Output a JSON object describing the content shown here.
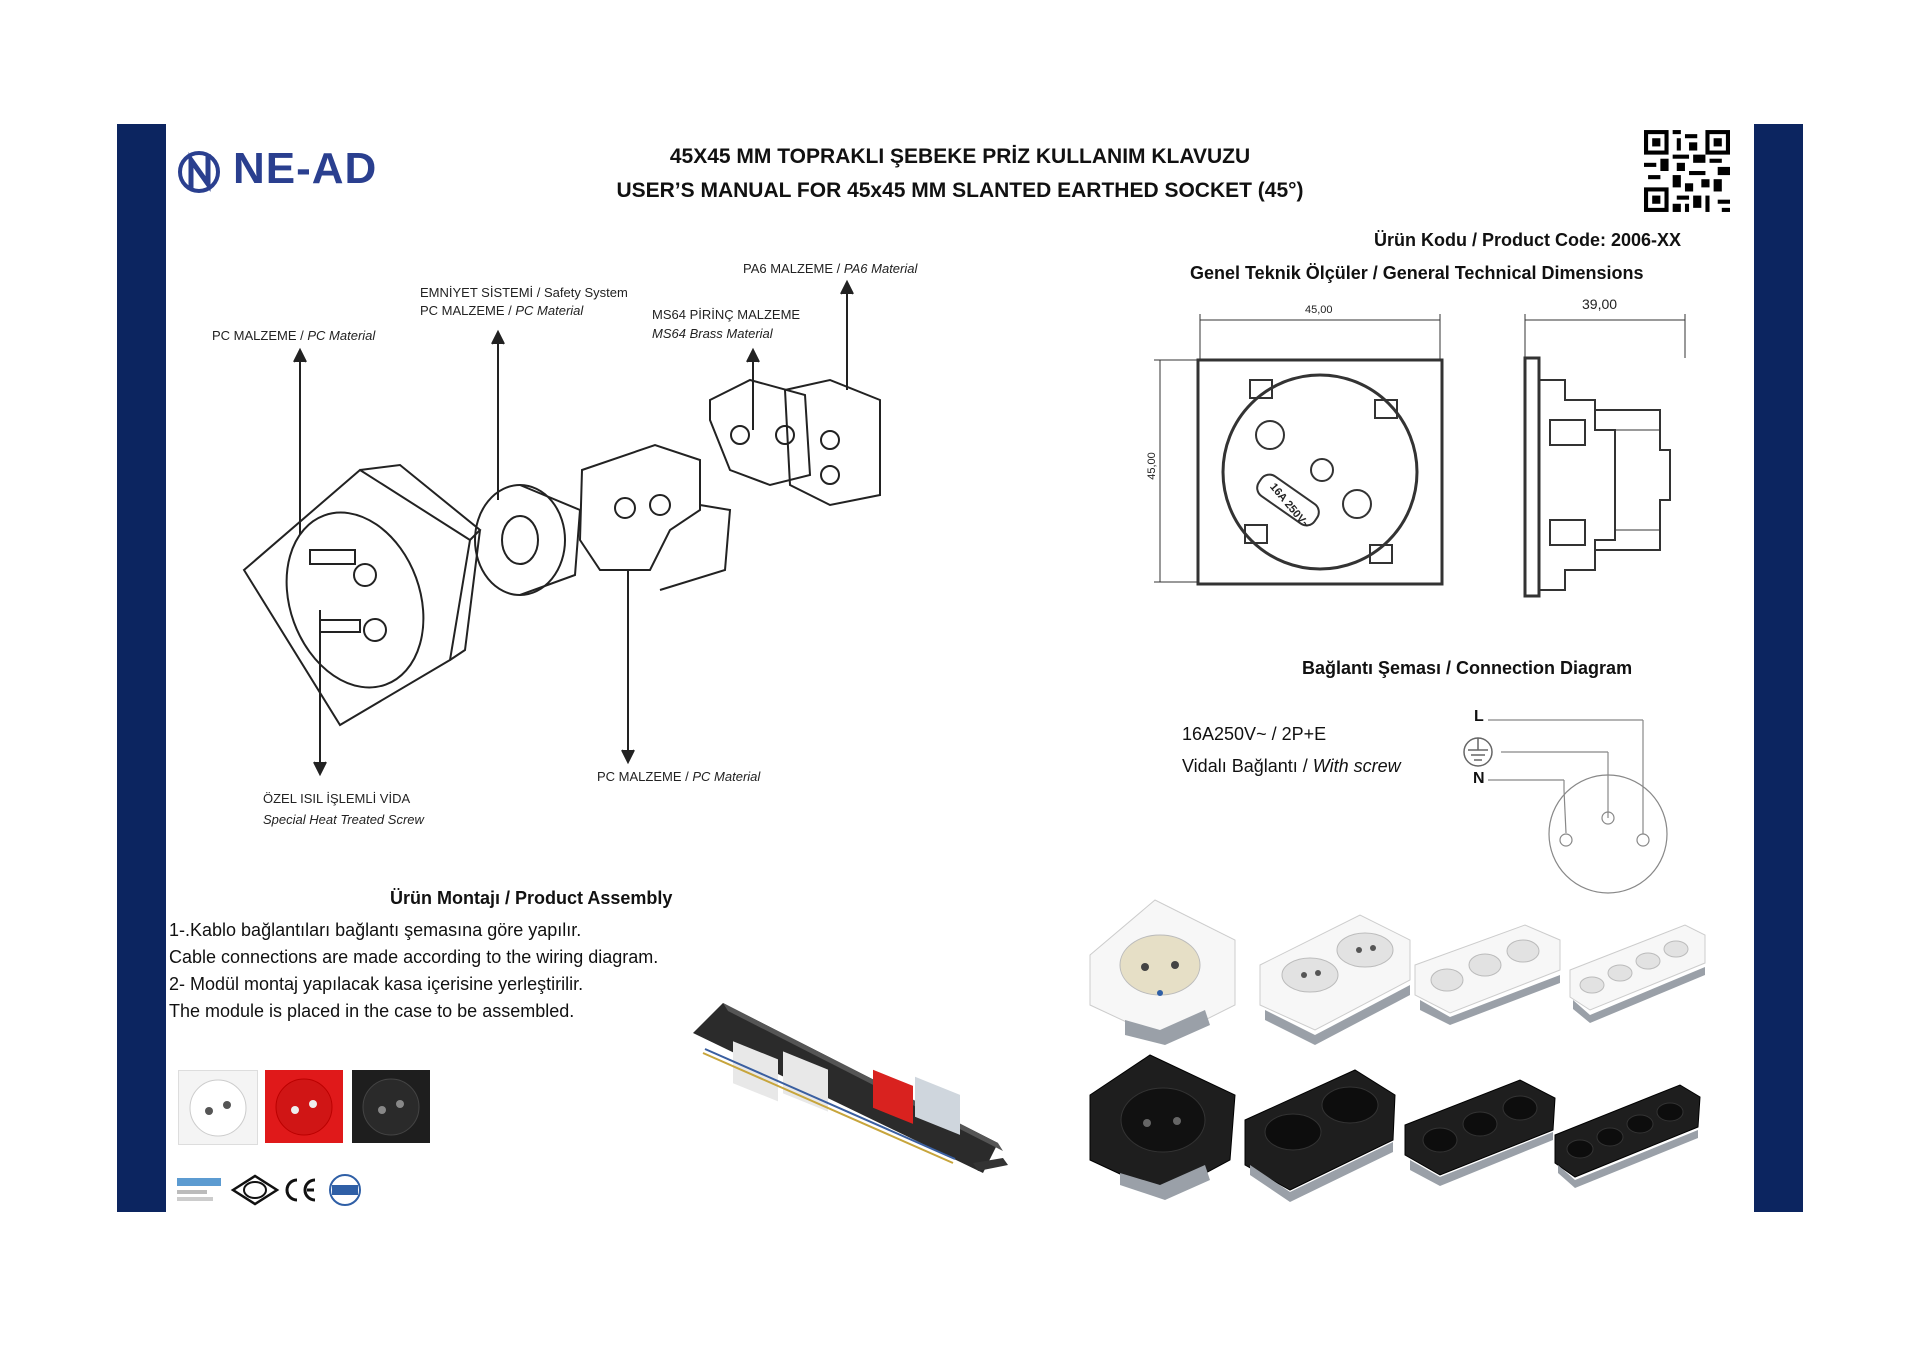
{
  "brand": {
    "logo_text": "NE-AD"
  },
  "title": {
    "line1": "45X45 MM TOPRAKLI ŞEBEKE PRİZ  KULLANIM KLAVUZU",
    "line2": "USER’S MANUAL FOR 45x45 MM SLANTED EARTHED SOCKET (45°)"
  },
  "product_code": "Ürün Kodu / Product Code: 2006-XX",
  "dimensions": {
    "heading": "Genel Teknik Ölçüler / General Technical Dimensions",
    "width": "45,00",
    "height": "45,00",
    "depth": "39,00",
    "socket_marking": "16A 250V~"
  },
  "exploded_labels": {
    "pc_material_1": {
      "tr": "PC MALZEME /",
      "en": "PC Material"
    },
    "safety_system": {
      "tr": "EMNİYET SİSTEMİ /",
      "en": "Safety System"
    },
    "pc_material_2": {
      "tr": "PC MALZEME /",
      "en": "PC Material"
    },
    "brass": {
      "tr": "MS64 PİRİNÇ MALZEME",
      "en": "MS64 Brass Material"
    },
    "pa6": {
      "tr": "PA6 MALZEME /",
      "en": "PA6 Material"
    },
    "screw": {
      "tr": "ÖZEL ISIL İŞLEMLİ VİDA",
      "en": "Special Heat Treated Screw"
    },
    "pc_material_3": {
      "tr": "PC MALZEME /",
      "en": "PC Material"
    }
  },
  "connection": {
    "heading": "Bağlantı Şeması  / Connection Diagram",
    "rating": "16A250V~  / 2P+E",
    "screw_tr": "Vidalı Bağlantı /",
    "screw_en": "With screw",
    "label_l": "L",
    "label_n": "N"
  },
  "assembly": {
    "heading": "Ürün Montajı / Product Assembly",
    "lines": [
      "1-.Kablo bağlantıları bağlantı şemasına göre yapılır.",
      "Cable connections are made according to the wiring diagram.",
      "2- Modül montaj yapılacak kasa içerisine yerleştirilir.",
      "The module is placed in the case to be assembled."
    ]
  },
  "colors": {
    "band": "#0c2560",
    "logo": "#2a3f8f",
    "white": "#f4f4f4",
    "red": "#e0191a",
    "black": "#1e1e1e"
  },
  "certifications": [
    "Turkey",
    "TSE",
    "CE",
    "ISO"
  ]
}
